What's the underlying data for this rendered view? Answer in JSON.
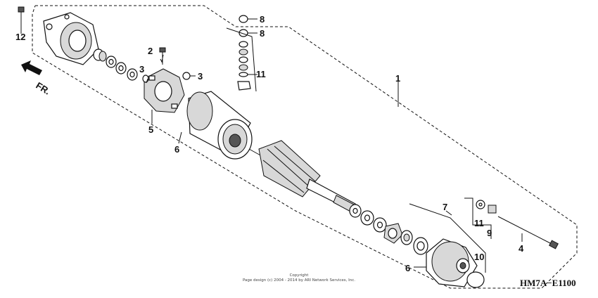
{
  "diagram_code": "HM7A−E1100",
  "direction_label": "FR.",
  "copyright": {
    "line1": "Copyright",
    "line2": "Page design (c) 2004 - 2014 by ARI Network Services, Inc."
  },
  "callouts": {
    "c1": "1",
    "c2": "2",
    "c3a": "3",
    "c3b": "3",
    "c4": "4",
    "c5": "5",
    "c6a": "6",
    "c6b": "6",
    "c7": "7",
    "c8a": "8",
    "c8b": "8",
    "c9": "9",
    "c10": "10",
    "c11a": "11",
    "c11b": "11",
    "c12": "12"
  }
}
